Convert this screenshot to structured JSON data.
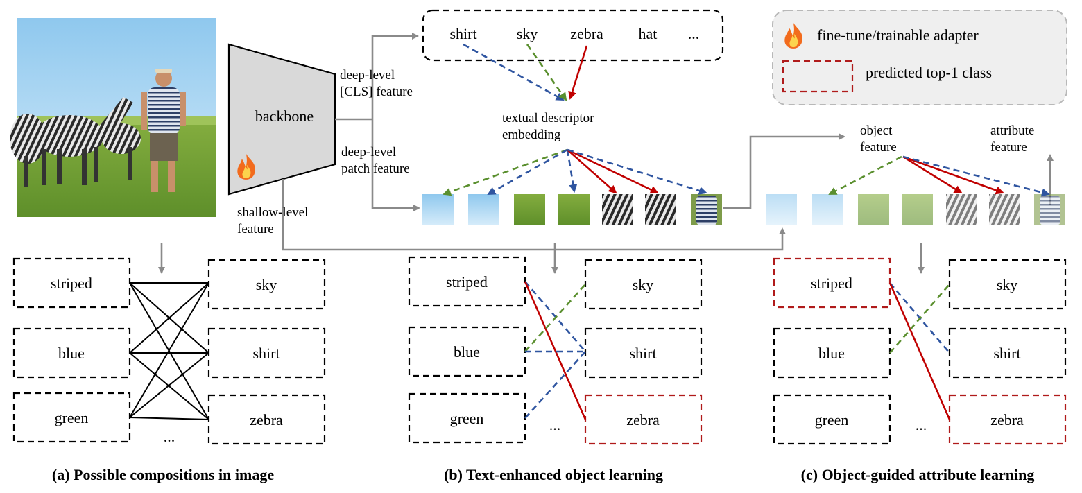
{
  "legend": {
    "adapter": "fine-tune/trainable adapter",
    "predicted": "predicted top-1 class"
  },
  "backbone": {
    "label": "backbone",
    "cls_feature_line1": "deep-level",
    "cls_feature_line2": "[CLS] feature",
    "patch_feature_line1": "deep-level",
    "patch_feature_line2": "patch feature",
    "shallow_line1": "shallow-level",
    "shallow_line2": "feature"
  },
  "text_box": {
    "words": [
      "shirt",
      "sky",
      "zebra",
      "hat",
      "..."
    ]
  },
  "textual": {
    "line1": "textual descriptor",
    "line2": "embedding"
  },
  "object_feature": {
    "line1": "object",
    "line2": "feature"
  },
  "attribute_feature": {
    "line1": "attribute",
    "line2": "feature"
  },
  "panels": [
    {
      "attrs": [
        "striped",
        "blue",
        "green"
      ],
      "objects": [
        "sky",
        "shirt",
        "zebra"
      ],
      "ellipsis": "...",
      "caption": "(a) Possible compositions in image"
    },
    {
      "attrs": [
        "striped",
        "blue",
        "green"
      ],
      "objects": [
        "sky",
        "shirt",
        "zebra"
      ],
      "ellipsis": "...",
      "caption": "(b) Text-enhanced object learning"
    },
    {
      "attrs": [
        "striped",
        "blue",
        "green"
      ],
      "objects": [
        "sky",
        "shirt",
        "zebra"
      ],
      "ellipsis": "...",
      "caption": "(c) Object-guided attribute learning"
    }
  ],
  "colors": {
    "red": "#c00000",
    "green": "#5a8f2e",
    "blue": "#2f55a0",
    "gray_arrow": "#8a8a8a",
    "legend_bg": "#efefef"
  },
  "icons": [
    "photo-image",
    "flame-icon",
    "patch-sky",
    "patch-grass",
    "patch-zebra",
    "patch-person"
  ]
}
